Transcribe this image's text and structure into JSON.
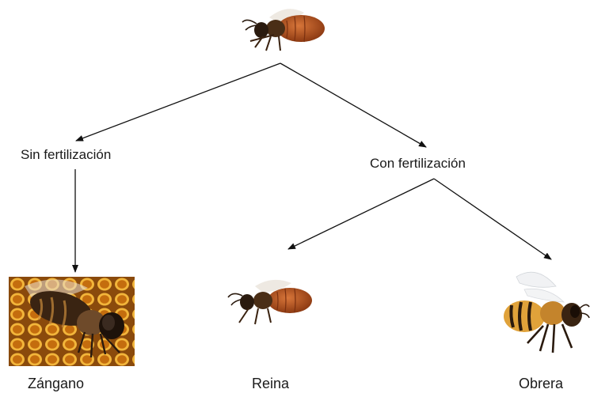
{
  "nodes": {
    "sin_fertilizacion": "Sin fertilización",
    "con_fertilizacion": "Con fertilización",
    "zangano": "Zángano",
    "reina": "Reina",
    "obrera": "Obrera"
  },
  "colors": {
    "arrow": "#111111",
    "bee_abdomen": "#b4521f",
    "bee_dark": "#2a1a0e",
    "honeycomb": "#d9951e",
    "worker_stripe": "#e0a23a"
  },
  "icons": [
    "queen-bee-picture",
    "drone-on-honeycomb-picture",
    "worker-bee-picture"
  ]
}
